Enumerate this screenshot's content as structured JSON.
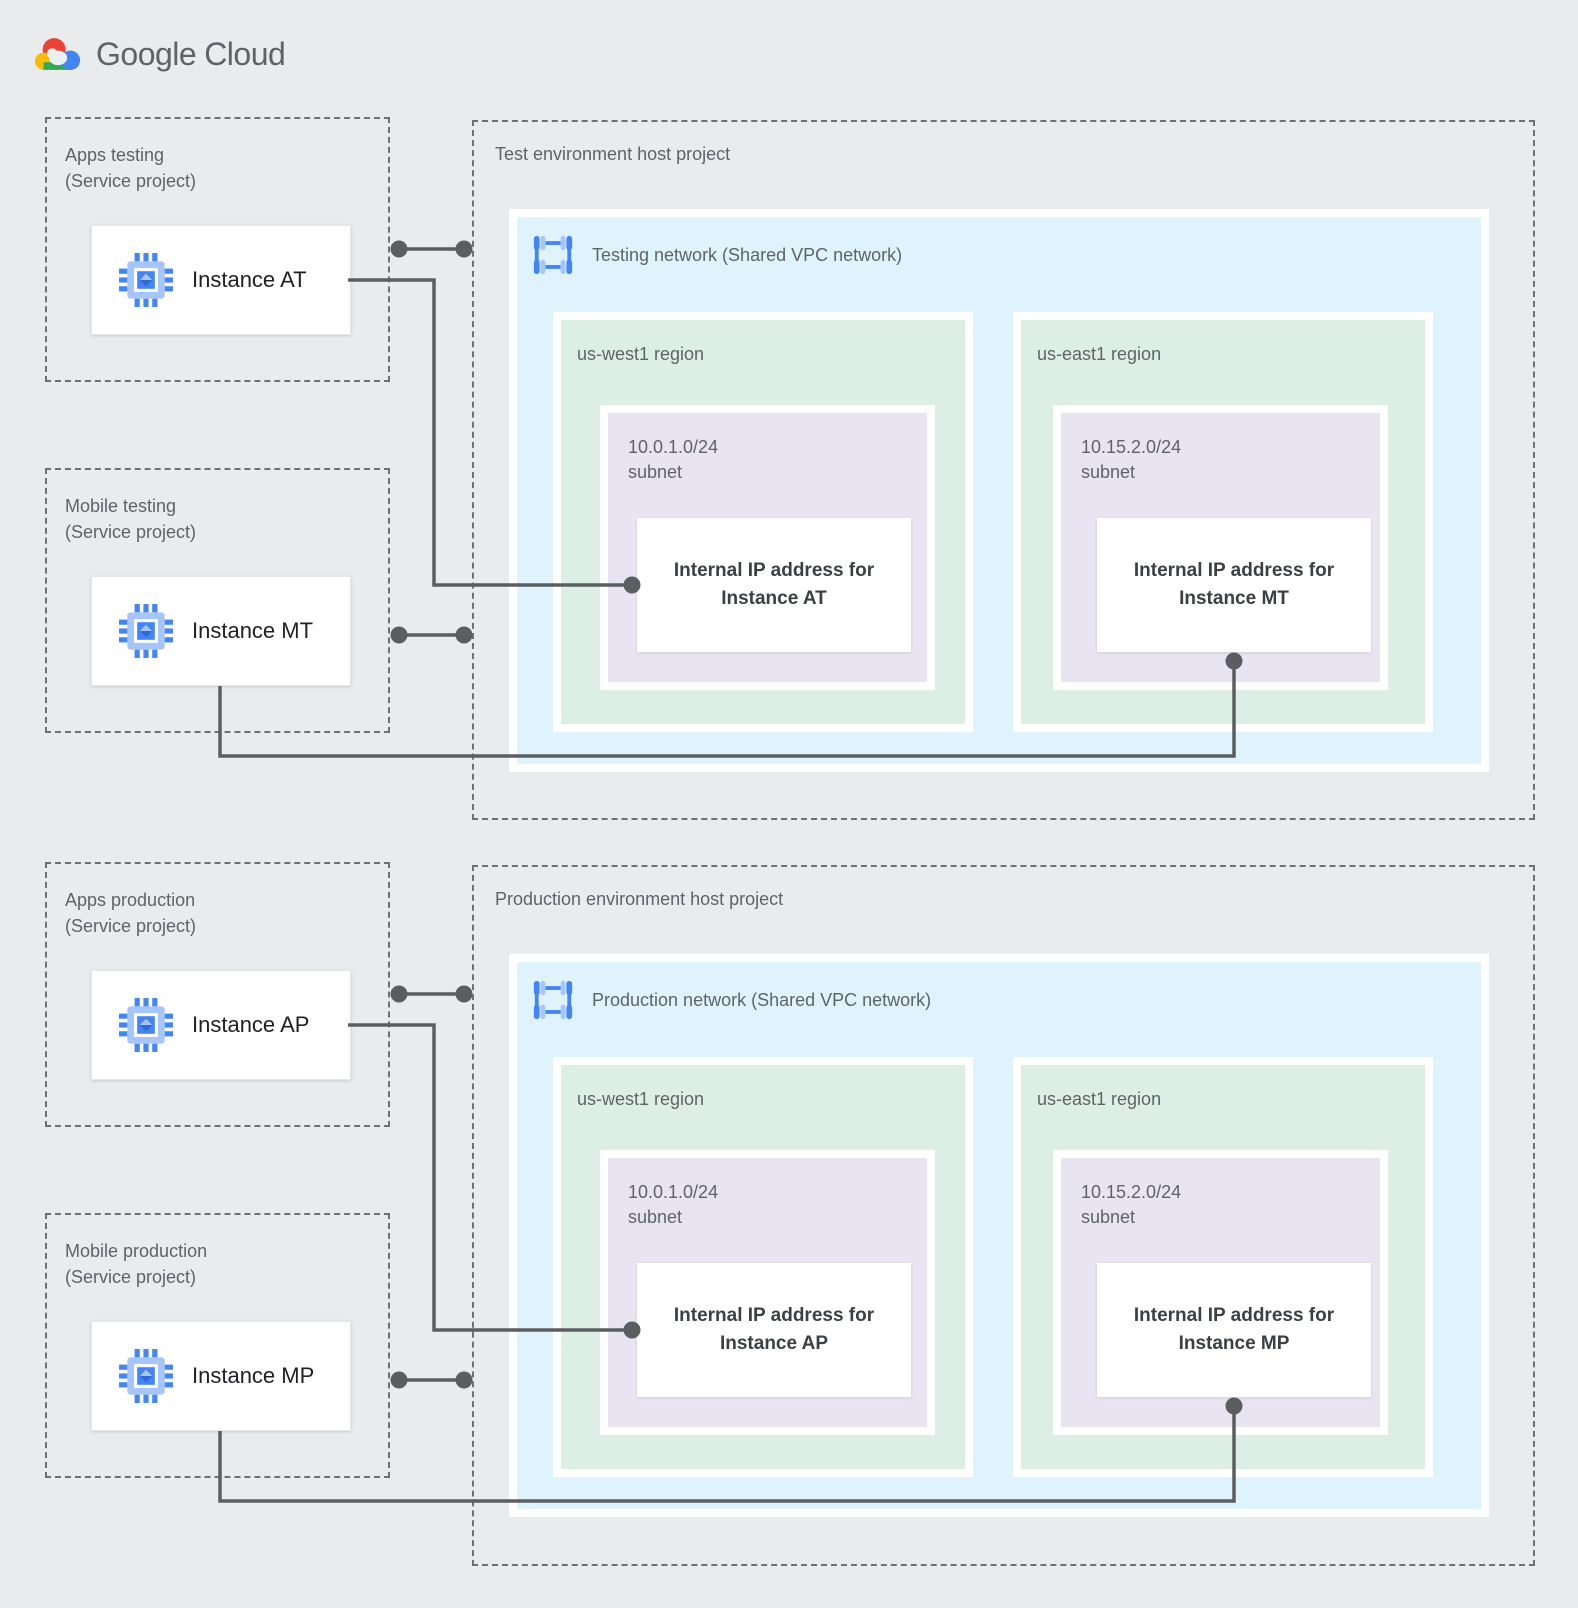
{
  "brand": {
    "name_primary": "Google",
    "name_secondary": "Cloud"
  },
  "icons": {
    "logo": "google-cloud-logo",
    "instance": "compute-engine-icon",
    "network": "vpc-network-icon"
  },
  "colors": {
    "background": "#E9EBED",
    "network_box": "#DFF3FD",
    "region_box": "#DDEFE4",
    "subnet_box": "#E9E4F2",
    "card": "#FFFFFF",
    "connector": "#5B5E61",
    "dashed_border": "#6E7073",
    "label_text": "#5F6368",
    "instance_text": "#202124",
    "ip_text": "#3C4043",
    "google_blue": "#4285F4",
    "google_red": "#EA4335",
    "google_yellow": "#FBBC05",
    "google_green": "#34A853"
  },
  "sections": [
    {
      "id": "test",
      "service_projects": [
        {
          "title": "Apps testing",
          "subtitle": "(Service project)",
          "instance_label": "Instance AT"
        },
        {
          "title": "Mobile testing",
          "subtitle": "(Service project)",
          "instance_label": "Instance MT"
        }
      ],
      "host": {
        "title": "Test environment host project",
        "network_label": "Testing network (Shared VPC network)",
        "regions": [
          {
            "label": "us-west1 region",
            "subnet_cidr": "10.0.1.0/24",
            "subnet_word": "subnet",
            "ip_label": "Internal IP address for Instance AT"
          },
          {
            "label": "us-east1 region",
            "subnet_cidr": "10.15.2.0/24",
            "subnet_word": "subnet",
            "ip_label": "Internal IP address for Instance MT"
          }
        ]
      }
    },
    {
      "id": "production",
      "service_projects": [
        {
          "title": "Apps production",
          "subtitle": "(Service project)",
          "instance_label": "Instance AP"
        },
        {
          "title": "Mobile production",
          "subtitle": "(Service project)",
          "instance_label": "Instance MP"
        }
      ],
      "host": {
        "title": "Production environment host project",
        "network_label": "Production network (Shared VPC network)",
        "regions": [
          {
            "label": "us-west1 region",
            "subnet_cidr": "10.0.1.0/24",
            "subnet_word": "subnet",
            "ip_label": "Internal IP address for Instance AP"
          },
          {
            "label": "us-east1 region",
            "subnet_cidr": "10.15.2.0/24",
            "subnet_word": "subnet",
            "ip_label": "Internal IP address for Instance MP"
          }
        ]
      }
    }
  ]
}
